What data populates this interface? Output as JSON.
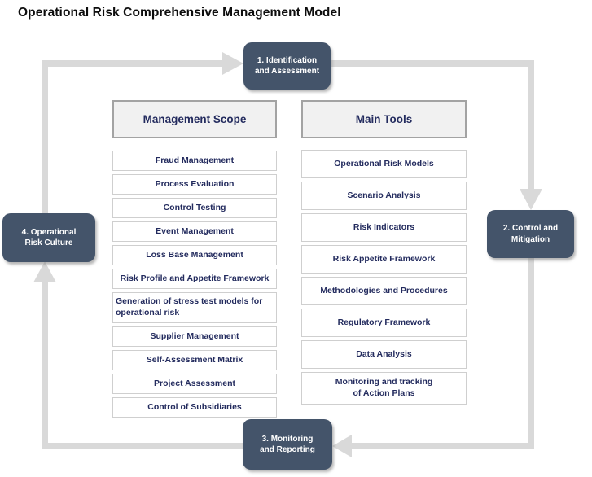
{
  "title": "Operational Risk Comprehensive Management Model",
  "cycle": {
    "nodes": [
      {
        "label": "1. Identification\nand Assessment"
      },
      {
        "label": "2. Control and\nMitigation"
      },
      {
        "label": "3. Monitoring\nand Reporting"
      },
      {
        "label": "4. Operational\nRisk Culture"
      }
    ]
  },
  "management_scope": {
    "header": "Management Scope",
    "items": [
      "Fraud Management",
      "Process Evaluation",
      "Control Testing",
      "Event Management",
      "Loss Base Management",
      "Risk Profile and Appetite Framework",
      "Generation of stress test models for operational risk",
      "Supplier Management",
      "Self-Assessment Matrix",
      "Project Assessment",
      "Control of Subsidiaries"
    ]
  },
  "main_tools": {
    "header": "Main Tools",
    "items": [
      "Operational Risk Models",
      "Scenario Analysis",
      "Risk Indicators",
      "Risk Appetite Framework",
      "Methodologies and Procedures",
      "Regulatory Framework",
      "Data Analysis",
      "Monitoring and tracking\nof Action Plans"
    ]
  },
  "colors": {
    "node_fill": "#44546a",
    "node_text": "#ffffff",
    "arrow": "#d9d9d9",
    "item_text": "#232b5e",
    "item_border": "#cfcfcf",
    "header_fill": "#f1f1f1",
    "header_border": "#a3a3a3",
    "title_text": "#0d0d0d"
  }
}
